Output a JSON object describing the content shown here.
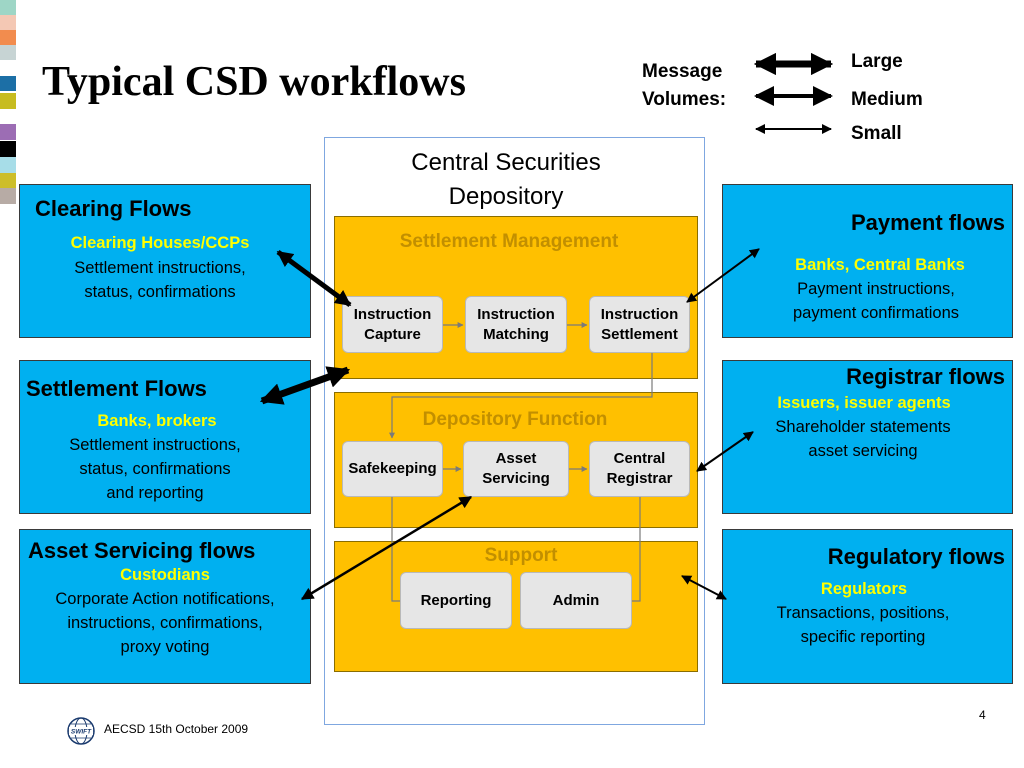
{
  "title": "Typical CSD workflows",
  "legend": {
    "label_lines": [
      "Message",
      "Volumes:"
    ],
    "items": [
      {
        "label": "Large"
      },
      {
        "label": "Medium"
      },
      {
        "label": "Small"
      }
    ]
  },
  "csd": {
    "title_lines": [
      "Central Securities",
      "Depository"
    ],
    "sections": [
      {
        "title": "Settlement Management",
        "nodes": [
          [
            "Instruction",
            "Capture"
          ],
          [
            "Instruction",
            "Matching"
          ],
          [
            "Instruction",
            "Settlement"
          ]
        ]
      },
      {
        "title": "Depository Function",
        "nodes": [
          [
            "Safekeeping"
          ],
          [
            "Asset",
            "Servicing"
          ],
          [
            "Central",
            "Registrar"
          ]
        ]
      },
      {
        "title": "Support",
        "nodes": [
          [
            "Reporting"
          ],
          [
            "Admin"
          ]
        ]
      }
    ]
  },
  "panels": {
    "clearing": {
      "title": "Clearing Flows",
      "highlight": "Clearing Houses/CCPs",
      "lines": [
        "Settlement instructions,",
        "status, confirmations"
      ]
    },
    "settlement": {
      "title": "Settlement Flows",
      "highlight": "Banks, brokers",
      "lines": [
        "Settlement instructions,",
        "status, confirmations",
        "and reporting"
      ]
    },
    "asset": {
      "title": "Asset Servicing flows",
      "highlight": "Custodians",
      "lines": [
        "Corporate Action notifications,",
        "instructions, confirmations,",
        "proxy voting"
      ]
    },
    "payment": {
      "title": "Payment flows",
      "highlight": "Banks, Central Banks",
      "lines": [
        "Payment instructions,",
        "payment confirmations"
      ]
    },
    "registrar": {
      "title": "Registrar flows",
      "highlight": "Issuers, issuer agents",
      "lines": [
        "Shareholder statements",
        "asset servicing"
      ]
    },
    "regulatory": {
      "title": "Regulatory flows",
      "highlight": "Regulators",
      "lines": [
        "Transactions, positions,",
        "specific reporting"
      ]
    }
  },
  "footer": {
    "text": "AECSD 15th October 2009",
    "logo_text": "SWIFT",
    "page_number": "4"
  },
  "colors": {
    "panel": "#00B0F0",
    "section": "#FFC000",
    "highlight": "#FFFF00",
    "section_title": "#C28F00",
    "node": "#E6E6E6"
  }
}
